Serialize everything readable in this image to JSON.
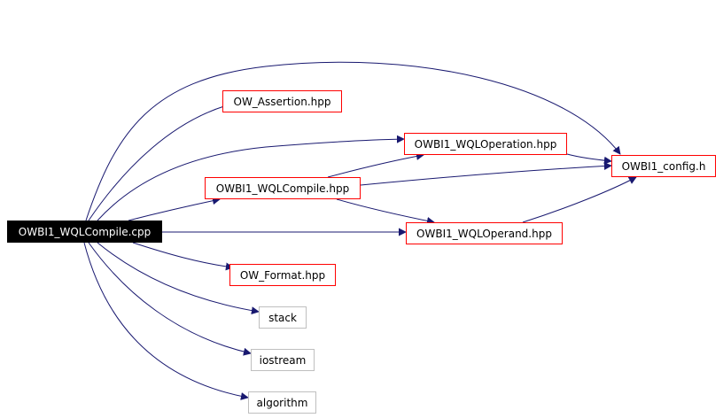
{
  "graph": {
    "edge_color": "#191970",
    "nodes": {
      "root": {
        "label": "OWBI1_WQLCompile.cpp",
        "style": "root"
      },
      "assertion": {
        "label": "OW_Assertion.hpp",
        "style": "linked"
      },
      "compile": {
        "label": "OWBI1_WQLCompile.hpp",
        "style": "linked"
      },
      "operation": {
        "label": "OWBI1_WQLOperation.hpp",
        "style": "linked"
      },
      "config": {
        "label": "OWBI1_config.h",
        "style": "linked"
      },
      "operand": {
        "label": "OWBI1_WQLOperand.hpp",
        "style": "linked"
      },
      "format": {
        "label": "OW_Format.hpp",
        "style": "linked"
      },
      "stack": {
        "label": "stack",
        "style": "external"
      },
      "iostream": {
        "label": "iostream",
        "style": "external"
      },
      "algorithm": {
        "label": "algorithm",
        "style": "external"
      }
    },
    "edges": [
      {
        "from": "root",
        "to": "assertion"
      },
      {
        "from": "root",
        "to": "compile"
      },
      {
        "from": "root",
        "to": "operation"
      },
      {
        "from": "root",
        "to": "config"
      },
      {
        "from": "root",
        "to": "operand"
      },
      {
        "from": "root",
        "to": "format"
      },
      {
        "from": "root",
        "to": "stack"
      },
      {
        "from": "root",
        "to": "iostream"
      },
      {
        "from": "root",
        "to": "algorithm"
      },
      {
        "from": "compile",
        "to": "operation"
      },
      {
        "from": "compile",
        "to": "config"
      },
      {
        "from": "compile",
        "to": "operand"
      },
      {
        "from": "operation",
        "to": "config"
      },
      {
        "from": "operand",
        "to": "config"
      }
    ]
  }
}
